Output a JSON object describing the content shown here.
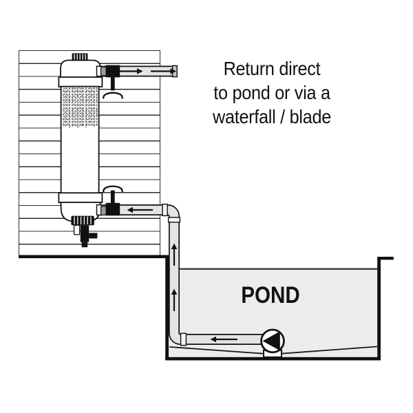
{
  "figure": {
    "annotation": {
      "lines": [
        "Return direct",
        "to pond or via a",
        "waterfall / blade"
      ]
    },
    "pond": {
      "label": "POND"
    },
    "colors": {
      "ink": "#111111",
      "pipe": "#e4e4e4",
      "water": "#ececec",
      "metal": "#9c9c9c",
      "pipeEnd": "#c4c4c4",
      "ring": "#f4f4f4"
    },
    "icons": {
      "pump": "pump-icon",
      "flow_arrow": "flow-arrow-icon",
      "valve": "valve-handle-icon",
      "drain_valve": "drain-valve-icon",
      "filter": "pressure-filter-icon"
    }
  }
}
